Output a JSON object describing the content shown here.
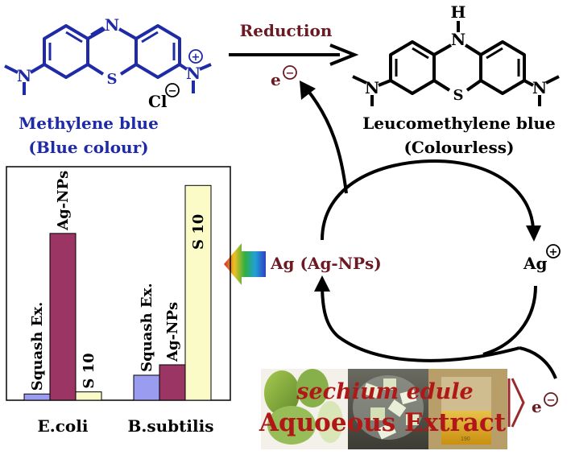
{
  "reaction": {
    "reactant_name": "Methylene blue",
    "reactant_note": "(Blue colour)",
    "product_name": "Leucomethylene blue",
    "product_note": "(Colourless)",
    "reduction_label": "Reduction",
    "cl_label": "Cl",
    "atom_N": "N",
    "atom_S": "S",
    "atom_H": "H",
    "minus_sign": "−",
    "plus_sign": "+"
  },
  "cycle": {
    "ag_np_label": "Ag (Ag-NPs)",
    "ag_ion_label": "Ag",
    "electron_label": "e"
  },
  "extract": {
    "line1": "sechium edule",
    "line2": "Aquoeous Extract",
    "beaker_text": "190"
  },
  "colors": {
    "dye_blue": "#1f2aa6",
    "maroon": "#6b1a24",
    "squash_bar": "#9a9cf0",
    "agnp_bar": "#9b3563",
    "s10_bar": "#fbfbc8",
    "extract_red": "#b01818"
  },
  "chart_data": {
    "type": "bar",
    "title": "",
    "xlabel": "",
    "ylabel": "",
    "categories": [
      "E.coli",
      "B.subtilis"
    ],
    "series": [
      {
        "name": "Squash Ex.",
        "values": [
          3,
          12
        ]
      },
      {
        "name": "Ag-NPs",
        "values": [
          80,
          17
        ]
      },
      {
        "name": "S 10",
        "values": [
          4,
          103
        ]
      }
    ],
    "ylim": [
      0,
      112
    ],
    "grid": false,
    "legend": "none"
  }
}
